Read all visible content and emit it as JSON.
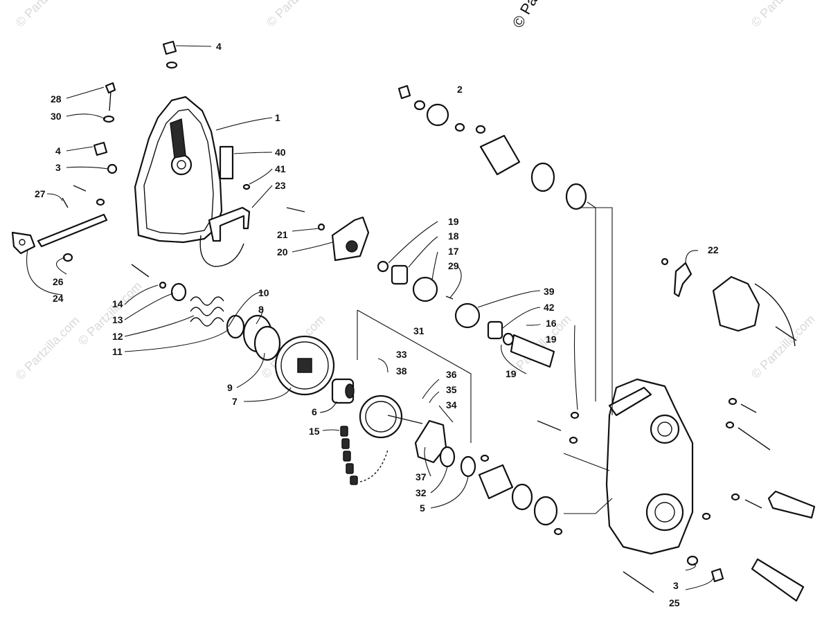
{
  "watermark": {
    "text": "© Partzilla.com",
    "top_fragment": "© Pa"
  },
  "callouts": {
    "c1": "1",
    "c2": "2",
    "c3a": "3",
    "c3b": "3",
    "c4a": "4",
    "c4b": "4",
    "c5": "5",
    "c6": "6",
    "c7": "7",
    "c8": "8",
    "c9": "9",
    "c10": "10",
    "c11": "11",
    "c12": "12",
    "c13": "13",
    "c14": "14",
    "c15": "15",
    "c16": "16",
    "c17": "17",
    "c18": "18",
    "c19a": "19",
    "c19b": "19",
    "c19c": "19",
    "c20": "20",
    "c21": "21",
    "c22": "22",
    "c23": "23",
    "c24": "24",
    "c25": "25",
    "c26": "26",
    "c27": "27",
    "c28": "28",
    "c29": "29",
    "c30": "30",
    "c31": "31",
    "c32": "32",
    "c33": "33",
    "c34": "34",
    "c35": "35",
    "c36": "36",
    "c37": "37",
    "c38": "38",
    "c39": "39",
    "c40": "40",
    "c41": "41",
    "c42": "42"
  },
  "colors": {
    "ink": "#111111",
    "paper": "#ffffff",
    "watermark": "#d9d9d9"
  }
}
